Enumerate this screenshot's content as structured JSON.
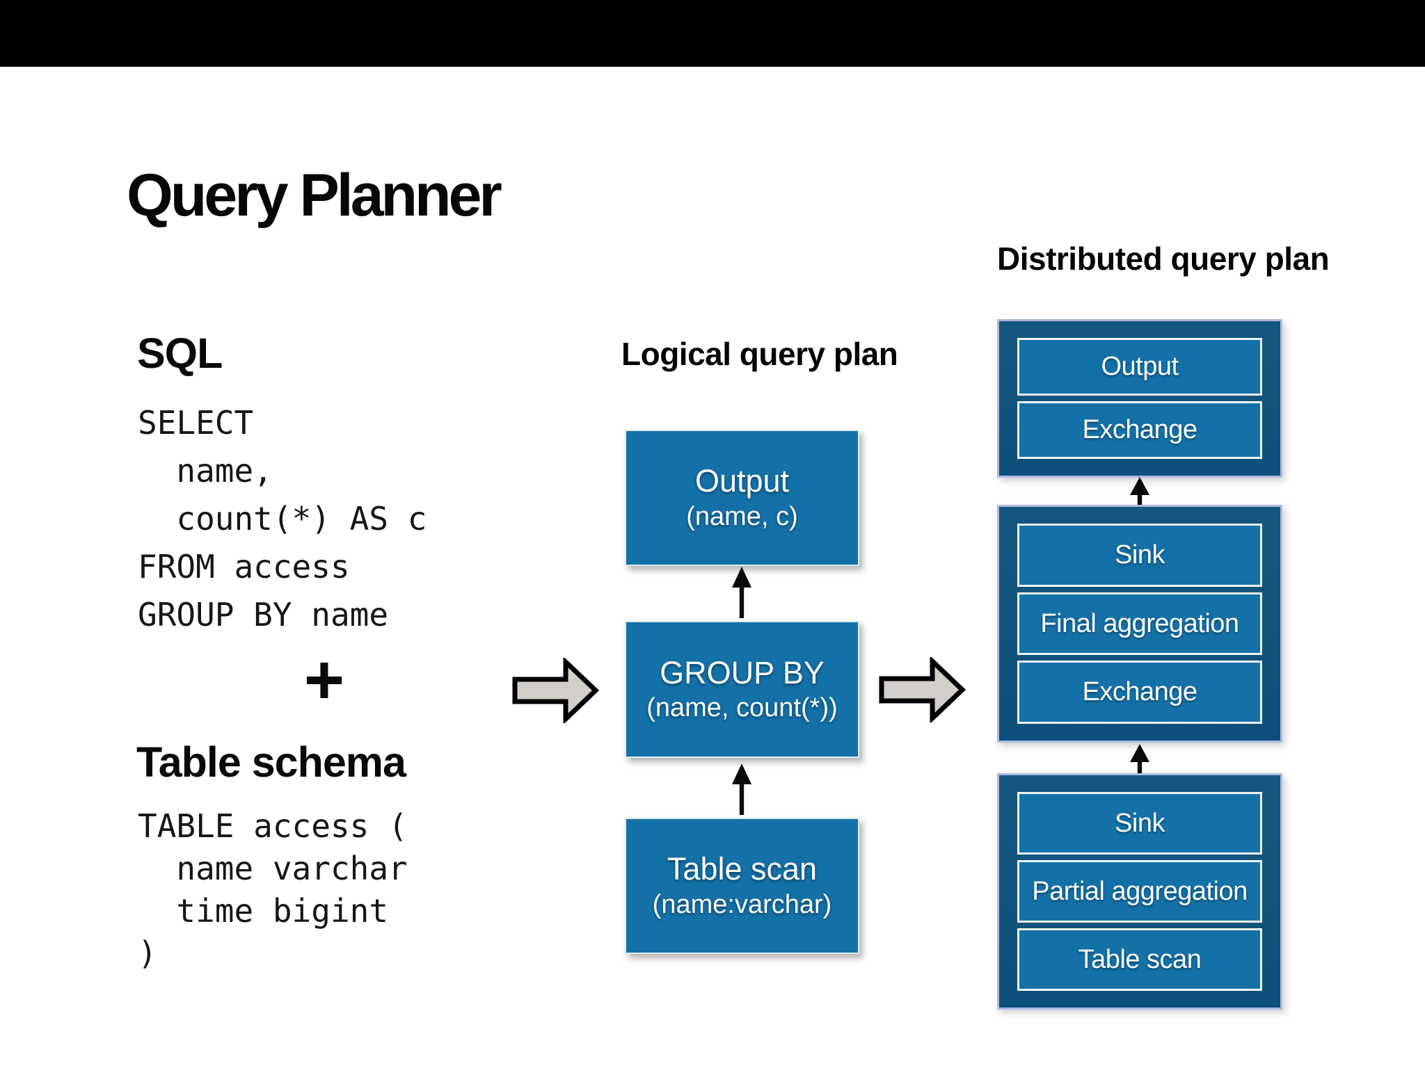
{
  "title": "Query Planner",
  "sql": {
    "heading": "SQL",
    "lines": [
      "SELECT",
      "  name,",
      "  count(*) AS c",
      "FROM access",
      "GROUP BY name"
    ]
  },
  "plus": "+",
  "schema": {
    "heading": "Table schema",
    "lines": [
      "TABLE access (",
      "  name varchar",
      "  time bigint",
      ")"
    ]
  },
  "logical": {
    "heading": "Logical query plan",
    "nodes": [
      {
        "title": "Output",
        "detail": "(name, c)"
      },
      {
        "title": "GROUP BY",
        "detail": "(name, count(*))"
      },
      {
        "title": "Table scan",
        "detail": "(name:varchar)"
      }
    ]
  },
  "distributed": {
    "heading": "Distributed query plan",
    "stages": [
      {
        "ops": [
          "Output",
          "Exchange"
        ]
      },
      {
        "ops": [
          "Sink",
          "Final aggregation",
          "Exchange"
        ]
      },
      {
        "ops": [
          "Sink",
          "Partial aggregation",
          "Table scan"
        ]
      }
    ]
  },
  "colors": {
    "top_bar": "#000000",
    "node_fill": "#1371a8",
    "node_border": "#dcebf4",
    "stage_fill": "#0d5280",
    "stage_border": "#aeb9e0",
    "op_border": "#ecf4f9",
    "text_on_blue": "#ffffff",
    "block_arrow_fill": "#d2cec9",
    "block_arrow_stroke": "#000000"
  }
}
